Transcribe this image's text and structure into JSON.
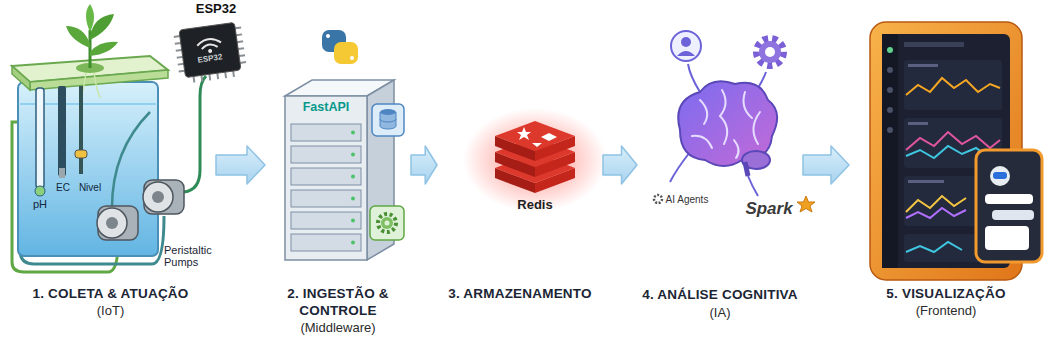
{
  "diagram": {
    "nodes": [
      {
        "text": [
          "1. COLETA & ATUAÇÃO",
          "(IoT)"
        ]
      },
      {
        "text": [
          "2. INGESTÃO & CONTROLE",
          "(Middleware)"
        ]
      },
      {
        "text": [
          "3. ARMAZENAMENTO"
        ]
      },
      {
        "text": [
          "4. ANÁLISE COGNITIVA",
          "(IA)"
        ]
      },
      {
        "text": [
          "5. VISUALIZAÇÃO",
          "(Frontend)"
        ]
      }
    ],
    "edges": [
      {
        "from": 0,
        "to": 1,
        "arrow": "to"
      },
      {
        "from": 1,
        "to": 2,
        "arrow": "to"
      },
      {
        "from": 2,
        "to": 3,
        "arrow": "to"
      },
      {
        "from": 3,
        "to": 4,
        "arrow": "to"
      }
    ],
    "labels": [
      "ESP32",
      "ESP32",
      "pH",
      "EC",
      "Nivel",
      "Peristaltic Pumps",
      "FastAPI",
      "Redis",
      "AI Agents",
      "Spark"
    ]
  }
}
